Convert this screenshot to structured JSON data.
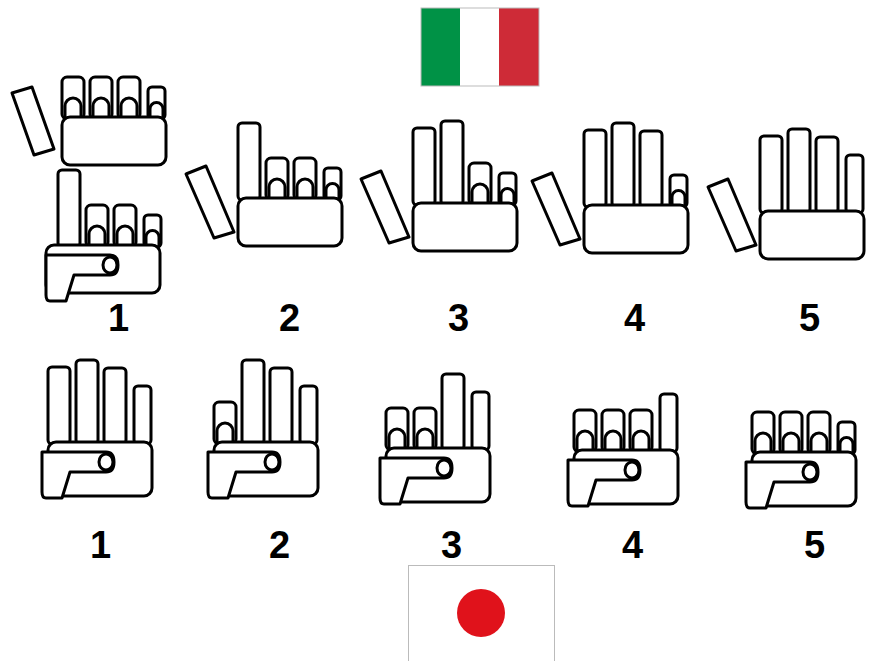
{
  "diagram": {
    "labels": [
      "1",
      "2",
      "3",
      "4",
      "5",
      "1",
      "2",
      "3",
      "4",
      "5"
    ]
  }
}
